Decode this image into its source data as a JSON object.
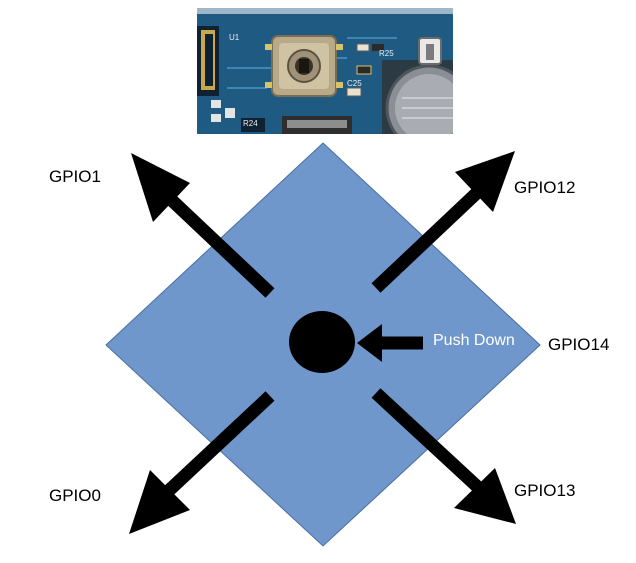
{
  "colors": {
    "diamond_fill": "#6f97cc",
    "diamond_stroke": "#4a6fa0",
    "arrow": "#000000",
    "label": "#000000",
    "push_text": "#ffffff",
    "pcb_board": "#1f5f8a"
  },
  "photo": {
    "icon": "pcb-joystick-photo",
    "silkscreen": [
      "U1",
      "R25",
      "R24",
      "C25"
    ]
  },
  "directions": {
    "up_left": "GPIO1",
    "up_right": "GPIO12",
    "down_left": "GPIO0",
    "down_right": "GPIO13",
    "press": "GPIO14"
  },
  "push_label": "Push Down"
}
